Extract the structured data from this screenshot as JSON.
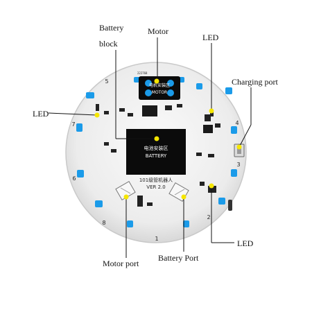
{
  "callouts": {
    "battery_block_line1": "Battery",
    "battery_block_line2": "block",
    "motor": "Motor",
    "led_top_right": "LED",
    "charging_port": "Charging port",
    "led_left": "LED",
    "led_bottom_right": "LED",
    "motor_port": "Motor port",
    "battery_port": "Battery Port"
  },
  "board": {
    "motor_chip_line1": "电机安装区",
    "motor_chip_line2": "MOTOR",
    "battery_chip_line1": "电池安装区",
    "battery_chip_line2": "BATTERY",
    "title_line1": "101级管机器人",
    "title_line2": "VER 2.0",
    "small_code": "222768",
    "numbers": [
      "1",
      "2",
      "3",
      "4",
      "5",
      "6",
      "7",
      "8"
    ]
  },
  "colors": {
    "board": "#f2f2f2",
    "board_edge": "#c9c9c9",
    "hole": "#1b9be9",
    "marker": "#f5e600",
    "chip": "#0b0b0b",
    "text": "#111111"
  }
}
